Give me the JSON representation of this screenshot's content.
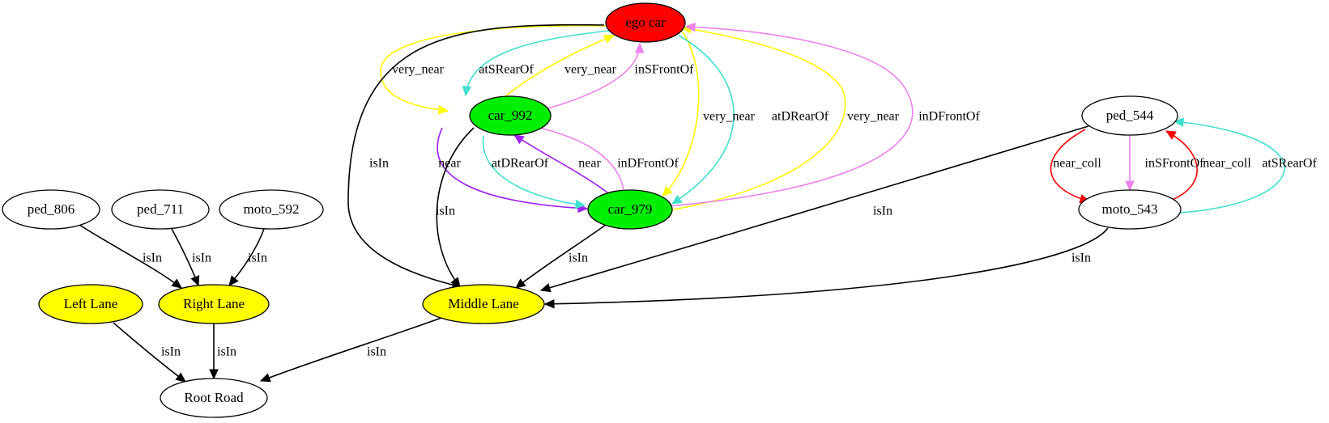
{
  "graph": {
    "nodes": [
      {
        "id": "ego",
        "label": "ego car",
        "fill": "#ff0000"
      },
      {
        "id": "car_992",
        "label": "car_992",
        "fill": "#00ee00"
      },
      {
        "id": "car_979",
        "label": "car_979",
        "fill": "#00ee00"
      },
      {
        "id": "ped_544",
        "label": "ped_544",
        "fill": "#ffffff"
      },
      {
        "id": "moto_543",
        "label": "moto_543",
        "fill": "#ffffff"
      },
      {
        "id": "ped_806",
        "label": "ped_806",
        "fill": "#ffffff"
      },
      {
        "id": "ped_711",
        "label": "ped_711",
        "fill": "#ffffff"
      },
      {
        "id": "moto_592",
        "label": "moto_592",
        "fill": "#ffffff"
      },
      {
        "id": "left_lane",
        "label": "Left Lane",
        "fill": "#ffff00"
      },
      {
        "id": "right_lane",
        "label": "Right Lane",
        "fill": "#ffff00"
      },
      {
        "id": "middle_lane",
        "label": "Middle Lane",
        "fill": "#ffff00"
      },
      {
        "id": "root_road",
        "label": "Root Road",
        "fill": "#ffffff"
      }
    ],
    "edges": [
      {
        "id": "e1",
        "from": "ego",
        "to": "car_992",
        "label": "very_near",
        "color": "#ffff00"
      },
      {
        "id": "e2",
        "from": "car_992",
        "to": "ego",
        "label": "atSRearOf",
        "color": "#40e0d0"
      },
      {
        "id": "e3",
        "from": "car_992",
        "to": "ego",
        "label": "very_near",
        "color": "#ffff00"
      },
      {
        "id": "e4",
        "from": "car_992",
        "to": "ego",
        "label": "inSFrontOf",
        "color": "#ee82ee"
      },
      {
        "id": "e5",
        "from": "ego",
        "to": "car_979",
        "label": "very_near",
        "color": "#ffff00"
      },
      {
        "id": "e6",
        "from": "ego",
        "to": "car_979",
        "label": "atDRearOf",
        "color": "#40e0d0"
      },
      {
        "id": "e7",
        "from": "car_979",
        "to": "ego",
        "label": "very_near",
        "color": "#ffff00"
      },
      {
        "id": "e8",
        "from": "car_979",
        "to": "ego",
        "label": "inDFrontOf",
        "color": "#ee82ee"
      },
      {
        "id": "e9",
        "from": "ego",
        "to": "middle_lane",
        "label": "isIn",
        "color": "#000000"
      },
      {
        "id": "e10",
        "from": "car_992",
        "to": "car_979",
        "label": "near",
        "color": "#a020f0"
      },
      {
        "id": "e11",
        "from": "car_992",
        "to": "car_979",
        "label": "atDRearOf",
        "color": "#40e0d0"
      },
      {
        "id": "e12",
        "from": "car_979",
        "to": "car_992",
        "label": "near",
        "color": "#a020f0"
      },
      {
        "id": "e13",
        "from": "car_979",
        "to": "car_992",
        "label": "inDFrontOf",
        "color": "#ee82ee"
      },
      {
        "id": "e14",
        "from": "car_992",
        "to": "middle_lane",
        "label": "isIn",
        "color": "#000000"
      },
      {
        "id": "e15",
        "from": "car_979",
        "to": "middle_lane",
        "label": "isIn",
        "color": "#000000"
      },
      {
        "id": "e16",
        "from": "ped_544",
        "to": "middle_lane",
        "label": "isIn",
        "color": "#000000"
      },
      {
        "id": "e17",
        "from": "ped_544",
        "to": "moto_543",
        "label": "near_coll",
        "color": "#ff0000"
      },
      {
        "id": "e18",
        "from": "ped_544",
        "to": "moto_543",
        "label": "inSFrontOf",
        "color": "#ee82ee"
      },
      {
        "id": "e19",
        "from": "moto_543",
        "to": "ped_544",
        "label": "near_coll",
        "color": "#ff0000"
      },
      {
        "id": "e20",
        "from": "moto_543",
        "to": "ped_544",
        "label": "atSRearOf",
        "color": "#40e0d0"
      },
      {
        "id": "e21",
        "from": "moto_543",
        "to": "middle_lane",
        "label": "isIn",
        "color": "#000000"
      },
      {
        "id": "e22",
        "from": "ped_806",
        "to": "right_lane",
        "label": "isIn",
        "color": "#000000"
      },
      {
        "id": "e23",
        "from": "ped_711",
        "to": "right_lane",
        "label": "isIn",
        "color": "#000000"
      },
      {
        "id": "e24",
        "from": "moto_592",
        "to": "right_lane",
        "label": "isIn",
        "color": "#000000"
      },
      {
        "id": "e25",
        "from": "left_lane",
        "to": "root_road",
        "label": "isIn",
        "color": "#000000"
      },
      {
        "id": "e26",
        "from": "right_lane",
        "to": "root_road",
        "label": "isIn",
        "color": "#000000"
      },
      {
        "id": "e27",
        "from": "middle_lane",
        "to": "root_road",
        "label": "isIn",
        "color": "#000000"
      }
    ]
  }
}
